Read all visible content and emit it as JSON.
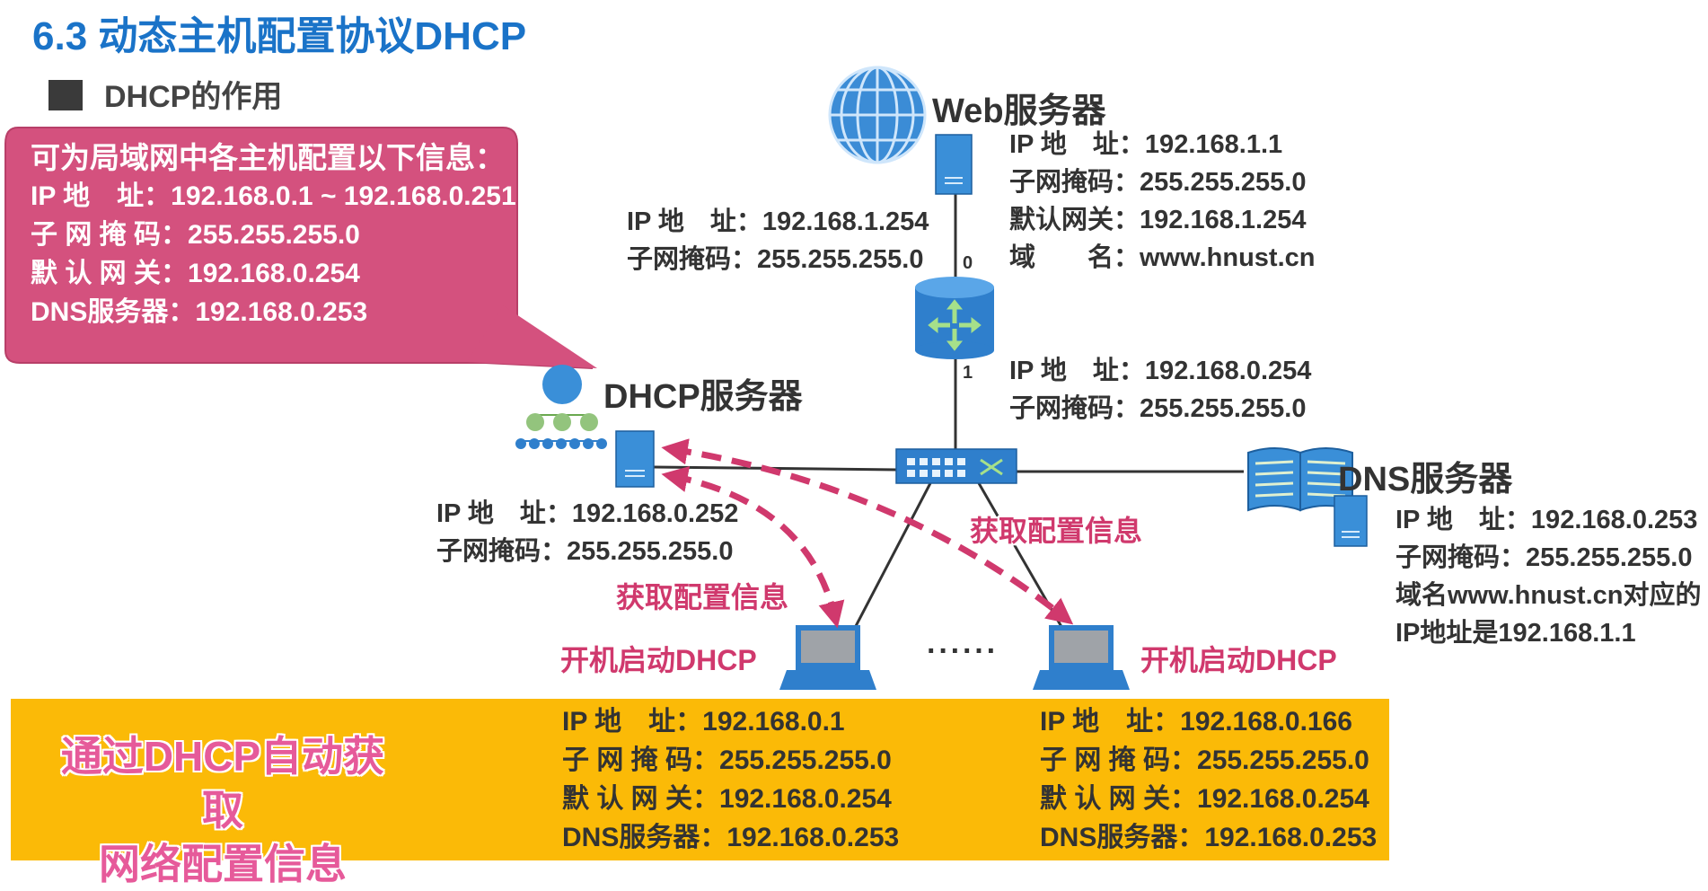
{
  "title": "6.3 动态主机配置协议DHCP",
  "section": "DHCP的作用",
  "callout": {
    "heading": "可为局域网中各主机配置以下信息：",
    "lines": [
      "IP 地　址：192.168.0.1 ~ 192.168.0.251",
      "子 网 掩 码：255.255.255.0",
      "默 认 网 关：192.168.0.254",
      "DNS服务器：192.168.0.253"
    ]
  },
  "web_server": {
    "name": "Web服务器",
    "lines": [
      "IP 地　址：192.168.1.1",
      "子网掩码：255.255.255.0",
      "默认网关：192.168.1.254",
      "域　　名：www.hnust.cn"
    ]
  },
  "router": {
    "port0": "0",
    "port1": "1",
    "if0_lines": [
      "IP 地　址：192.168.1.254",
      "子网掩码：255.255.255.0"
    ],
    "if1_lines": [
      "IP 地　址：192.168.0.254",
      "子网掩码：255.255.255.0"
    ]
  },
  "dhcp_server": {
    "name": "DHCP服务器",
    "lines": [
      "IP 地　址：192.168.0.252",
      "子网掩码：255.255.255.0"
    ]
  },
  "dns_server": {
    "name": "DNS服务器",
    "lines": [
      "IP 地　址：192.168.0.253",
      "子网掩码：255.255.255.0",
      "域名www.hnust.cn对应的",
      "IP地址是192.168.1.1"
    ]
  },
  "arrows": {
    "left_label": "获取配置信息",
    "right_label": "获取配置信息"
  },
  "hosts": {
    "left_label": "开机启动DHCP",
    "right_label": "开机启动DHCP",
    "ellipsis": "······",
    "left_lines": [
      "IP 地　址：192.168.0.1",
      "子 网 掩 码：255.255.255.0",
      "默 认 网 关：192.168.0.254",
      "DNS服务器：192.168.0.253"
    ],
    "right_lines": [
      "IP 地　址：192.168.0.166",
      "子 网 掩 码：255.255.255.0",
      "默 认 网 关：192.168.0.254",
      "DNS服务器：192.168.0.253"
    ]
  },
  "footer": {
    "line1": "通过DHCP自动获取",
    "line2": "网络配置信息"
  },
  "colors": {
    "title": "#1a73c8",
    "callout": "#d4517e",
    "arrow": "#d0396d",
    "band": "#fbba07",
    "device": "#3a8fd8"
  }
}
